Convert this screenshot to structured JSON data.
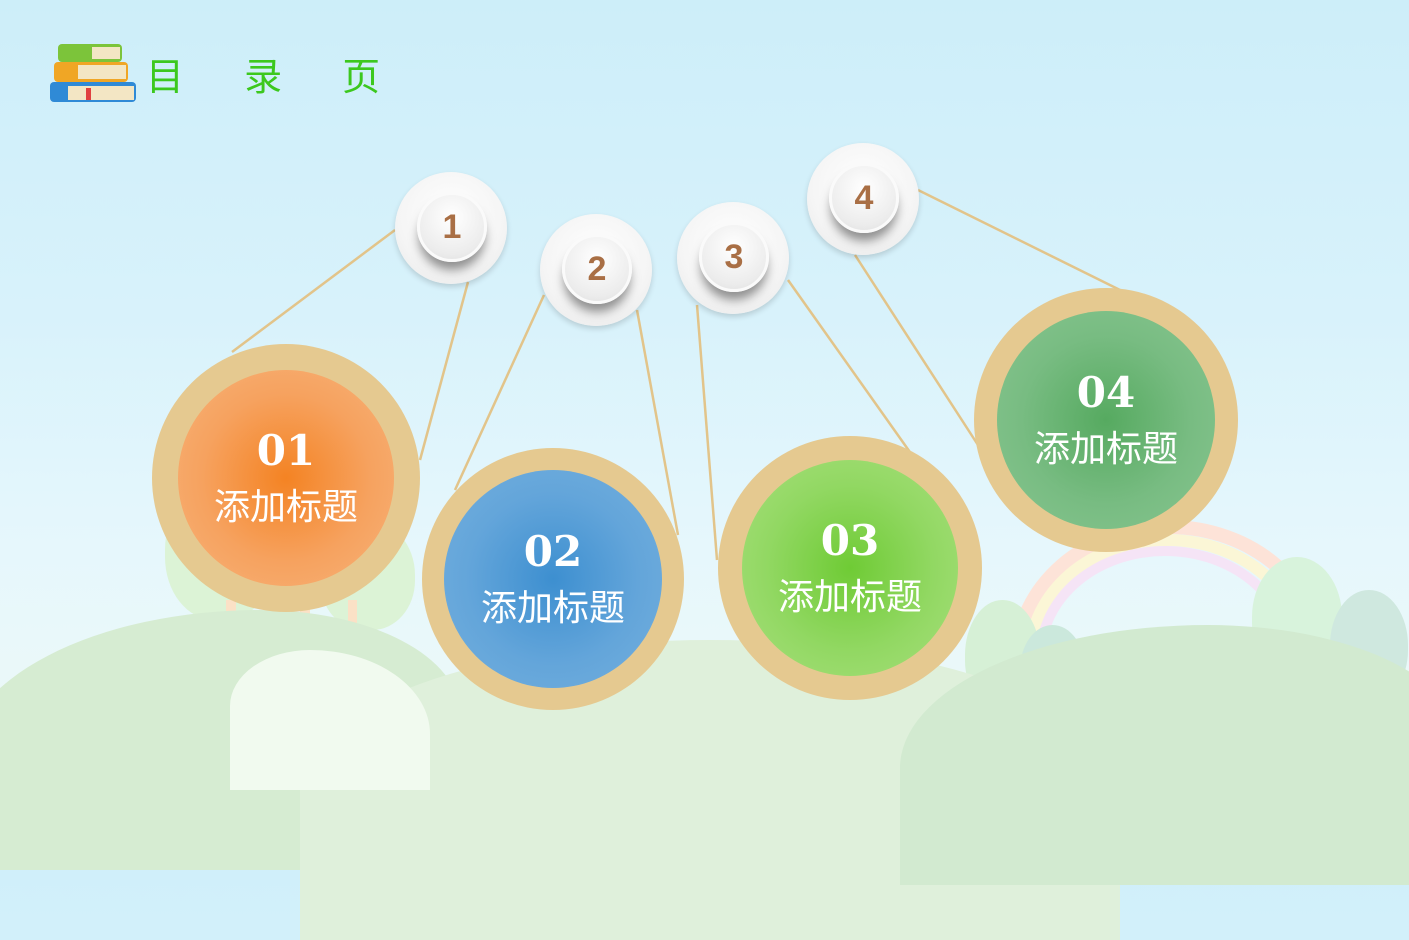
{
  "header": {
    "title": "目 录 页",
    "icon": "books-icon"
  },
  "markers": [
    {
      "label": "1"
    },
    {
      "label": "2"
    },
    {
      "label": "3"
    },
    {
      "label": "4"
    }
  ],
  "items": [
    {
      "number": "01",
      "title": "添加标题",
      "color": "#f48323"
    },
    {
      "number": "02",
      "title": "添加标题",
      "color": "#3d8fd0"
    },
    {
      "number": "03",
      "title": "添加标题",
      "color": "#6fcb35"
    },
    {
      "number": "04",
      "title": "添加标题",
      "color": "#56aa60"
    }
  ],
  "colors": {
    "ring": "#e5c990",
    "connector": "#e2c48a",
    "title": "#3cc81e",
    "marker_text": "#a96f45"
  }
}
